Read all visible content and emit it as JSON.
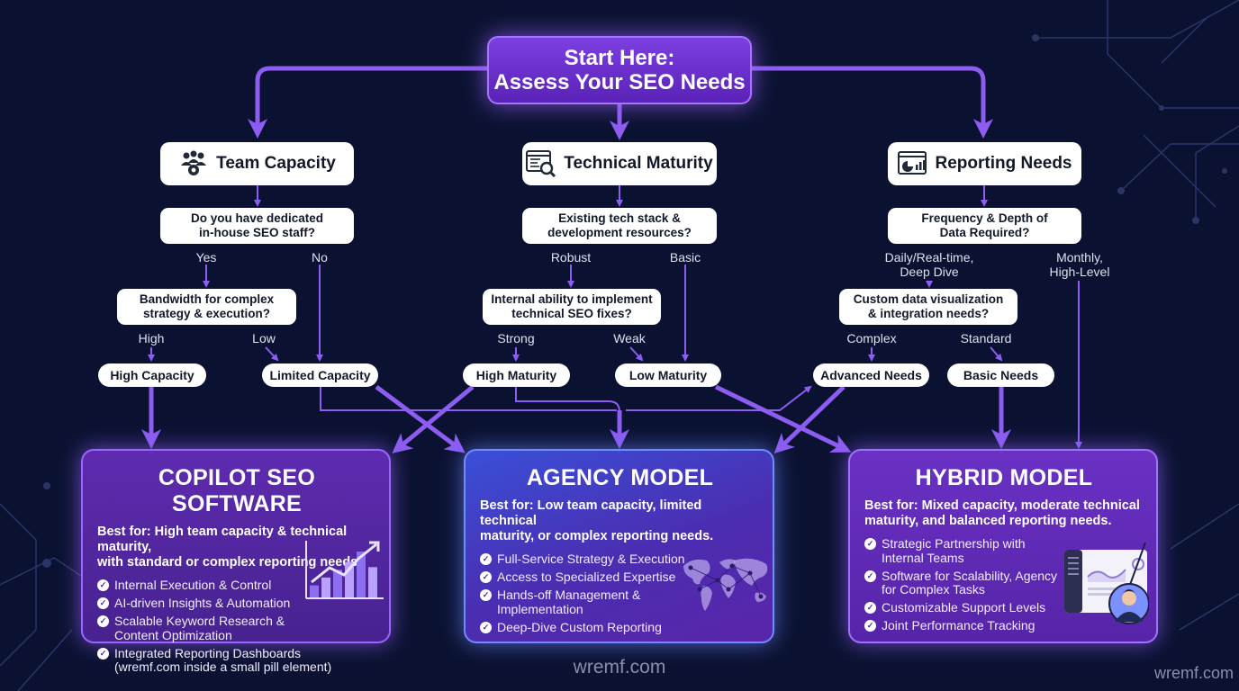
{
  "start": {
    "line1": "Start Here:",
    "line2": "Assess Your SEO Needs"
  },
  "categories": {
    "team": {
      "title": "Team Capacity",
      "icon": "team-gear-icon",
      "question": [
        "Do you have dedicated",
        "in-house SEO staff?"
      ],
      "branch_yes": "Yes",
      "branch_no": "No",
      "sub_question": [
        "Bandwidth for complex",
        "strategy & execution?"
      ],
      "sub_high": "High",
      "sub_low": "Low",
      "outcome_a": "High Capacity",
      "outcome_b": "Limited Capacity"
    },
    "tech": {
      "title": "Technical Maturity",
      "icon": "code-magnifier-icon",
      "question": [
        "Existing tech stack &",
        "development resources?"
      ],
      "branch_a": "Robust",
      "branch_b": "Basic",
      "sub_question": [
        "Internal ability to implement",
        "technical SEO fixes?"
      ],
      "sub_a": "Strong",
      "sub_b": "Weak",
      "outcome_a": "High Maturity",
      "outcome_b": "Low Maturity"
    },
    "report": {
      "title": "Reporting Needs",
      "icon": "report-chart-icon",
      "question": [
        "Frequency & Depth of",
        "Data Required?"
      ],
      "branch_a": [
        "Daily/Real-time,",
        "Deep Dive"
      ],
      "branch_b": [
        "Monthly,",
        "High-Level"
      ],
      "sub_question": [
        "Custom data visualization",
        "& integration needs?"
      ],
      "sub_a": "Complex",
      "sub_b": "Standard",
      "outcome_a": "Advanced Needs",
      "outcome_b": "Basic Needs"
    }
  },
  "models": [
    {
      "title": "COPILOT SEO SOFTWARE",
      "best_for": [
        "Best for: High team capacity & technical maturity,",
        "with standard or complex reporting needs."
      ],
      "features": [
        [
          "Internal Execution & Control"
        ],
        [
          "AI-driven Insights & Automation"
        ],
        [
          "Scalable Keyword Research &",
          "Content Optimization"
        ],
        [
          "Integrated Reporting Dashboards",
          "(wremf.com inside a small pill element)"
        ]
      ],
      "illustration": "growth-bar-chart-icon",
      "chart_values": [
        1,
        1.6,
        2.2,
        2.8,
        3.6,
        2.4
      ]
    },
    {
      "title": "AGENCY MODEL",
      "best_for": [
        "Best for: Low team capacity, limited technical",
        "maturity, or complex reporting needs."
      ],
      "features": [
        [
          "Full-Service Strategy & Execution"
        ],
        [
          "Access to Specialized Expertise"
        ],
        [
          "Hands-off Management &",
          "Implementation"
        ],
        [
          "Deep-Dive Custom Reporting"
        ]
      ],
      "illustration": "world-network-map-icon"
    },
    {
      "title": "HYBRID MODEL",
      "best_for": [
        "Best for: Mixed capacity, moderate technical",
        "maturity, and balanced reporting needs."
      ],
      "features": [
        [
          "Strategic Partnership with",
          "Internal Teams"
        ],
        [
          "Software for Scalability, Agency",
          "for Complex Tasks"
        ],
        [
          "Customizable Support Levels"
        ],
        [
          "Joint Performance Tracking"
        ]
      ],
      "illustration": "dashboard-person-icon"
    }
  ],
  "watermark_center": "wremf.com",
  "watermark_corner": "wremf.com",
  "colors": {
    "background": "#0b1231",
    "arrow_purple": "#8d5cf0",
    "accent": "#7b3fe0"
  }
}
